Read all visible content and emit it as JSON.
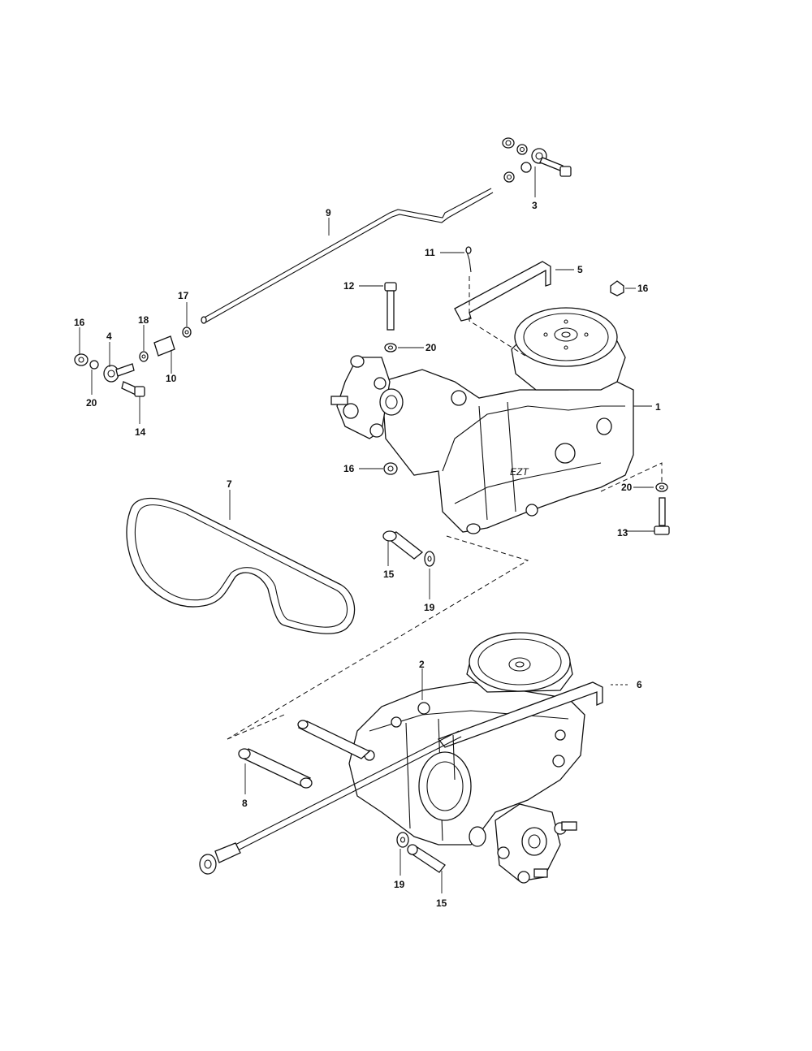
{
  "diagram": {
    "callouts": [
      {
        "id": "c1",
        "label": "1"
      },
      {
        "id": "c2",
        "label": "2"
      },
      {
        "id": "c3",
        "label": "3"
      },
      {
        "id": "c4",
        "label": "4"
      },
      {
        "id": "c5",
        "label": "5"
      },
      {
        "id": "c6",
        "label": "6"
      },
      {
        "id": "c7",
        "label": "7"
      },
      {
        "id": "c8",
        "label": "8"
      },
      {
        "id": "c9",
        "label": "9"
      },
      {
        "id": "c10",
        "label": "10"
      },
      {
        "id": "c11",
        "label": "11"
      },
      {
        "id": "c12",
        "label": "12"
      },
      {
        "id": "c13",
        "label": "13"
      },
      {
        "id": "c14",
        "label": "14"
      },
      {
        "id": "c15a",
        "label": "15"
      },
      {
        "id": "c15b",
        "label": "15"
      },
      {
        "id": "c16a",
        "label": "16"
      },
      {
        "id": "c16b",
        "label": "16"
      },
      {
        "id": "c16c",
        "label": "16"
      },
      {
        "id": "c17",
        "label": "17"
      },
      {
        "id": "c18",
        "label": "18"
      },
      {
        "id": "c19a",
        "label": "19"
      },
      {
        "id": "c19b",
        "label": "19"
      },
      {
        "id": "c20a",
        "label": "20"
      },
      {
        "id": "c20b",
        "label": "20"
      },
      {
        "id": "c20c",
        "label": "20"
      }
    ],
    "transaxle_marking": "EZT"
  }
}
